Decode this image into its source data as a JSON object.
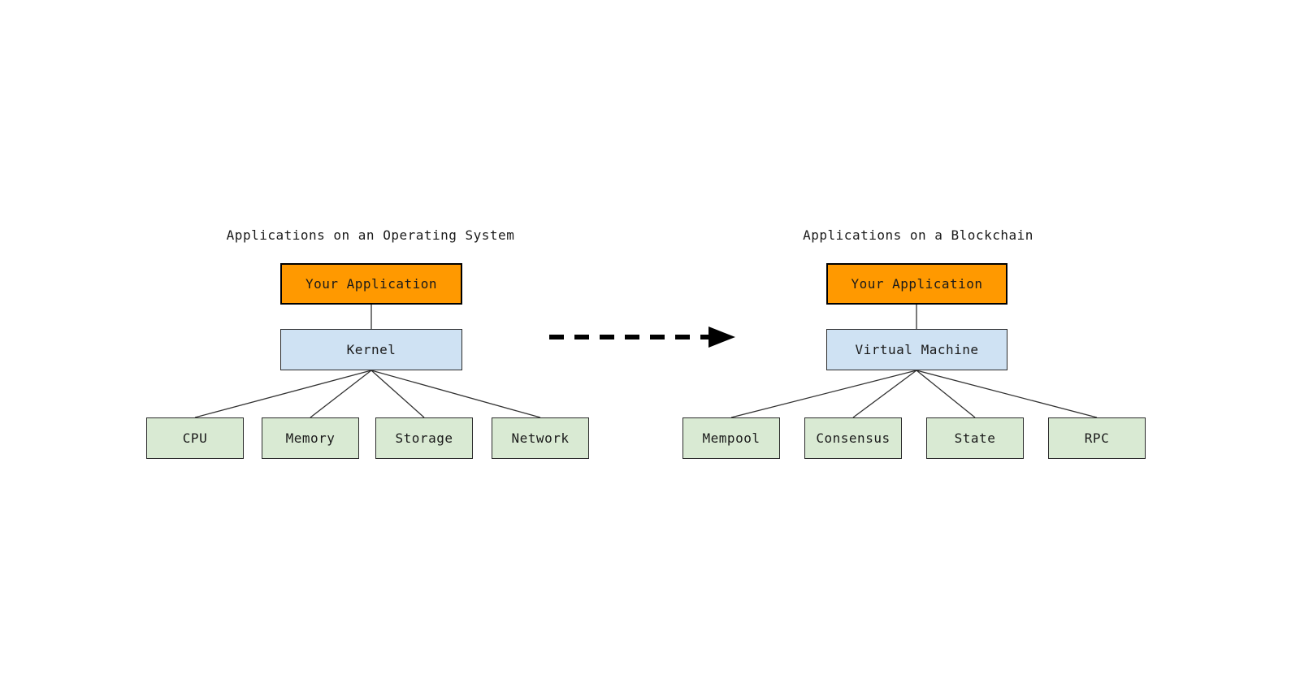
{
  "colors": {
    "background": "#ffffff",
    "app_box_fill": "#ff9900",
    "layer_box_fill": "#cfe2f3",
    "component_box_fill": "#d9ead3",
    "box_border": "#000000",
    "connector_line": "#323232",
    "arrow": "#000000",
    "text": "#1a1a1a"
  },
  "icons": {
    "transform_arrow": "dashed-right-arrow"
  },
  "left_diagram": {
    "title": "Applications on an Operating System",
    "app_label": "Your Application",
    "layer_label": "Kernel",
    "components": [
      "CPU",
      "Memory",
      "Storage",
      "Network"
    ]
  },
  "right_diagram": {
    "title": "Applications on a Blockchain",
    "app_label": "Your Application",
    "layer_label": "Virtual Machine",
    "components": [
      "Mempool",
      "Consensus",
      "State",
      "RPC"
    ]
  }
}
